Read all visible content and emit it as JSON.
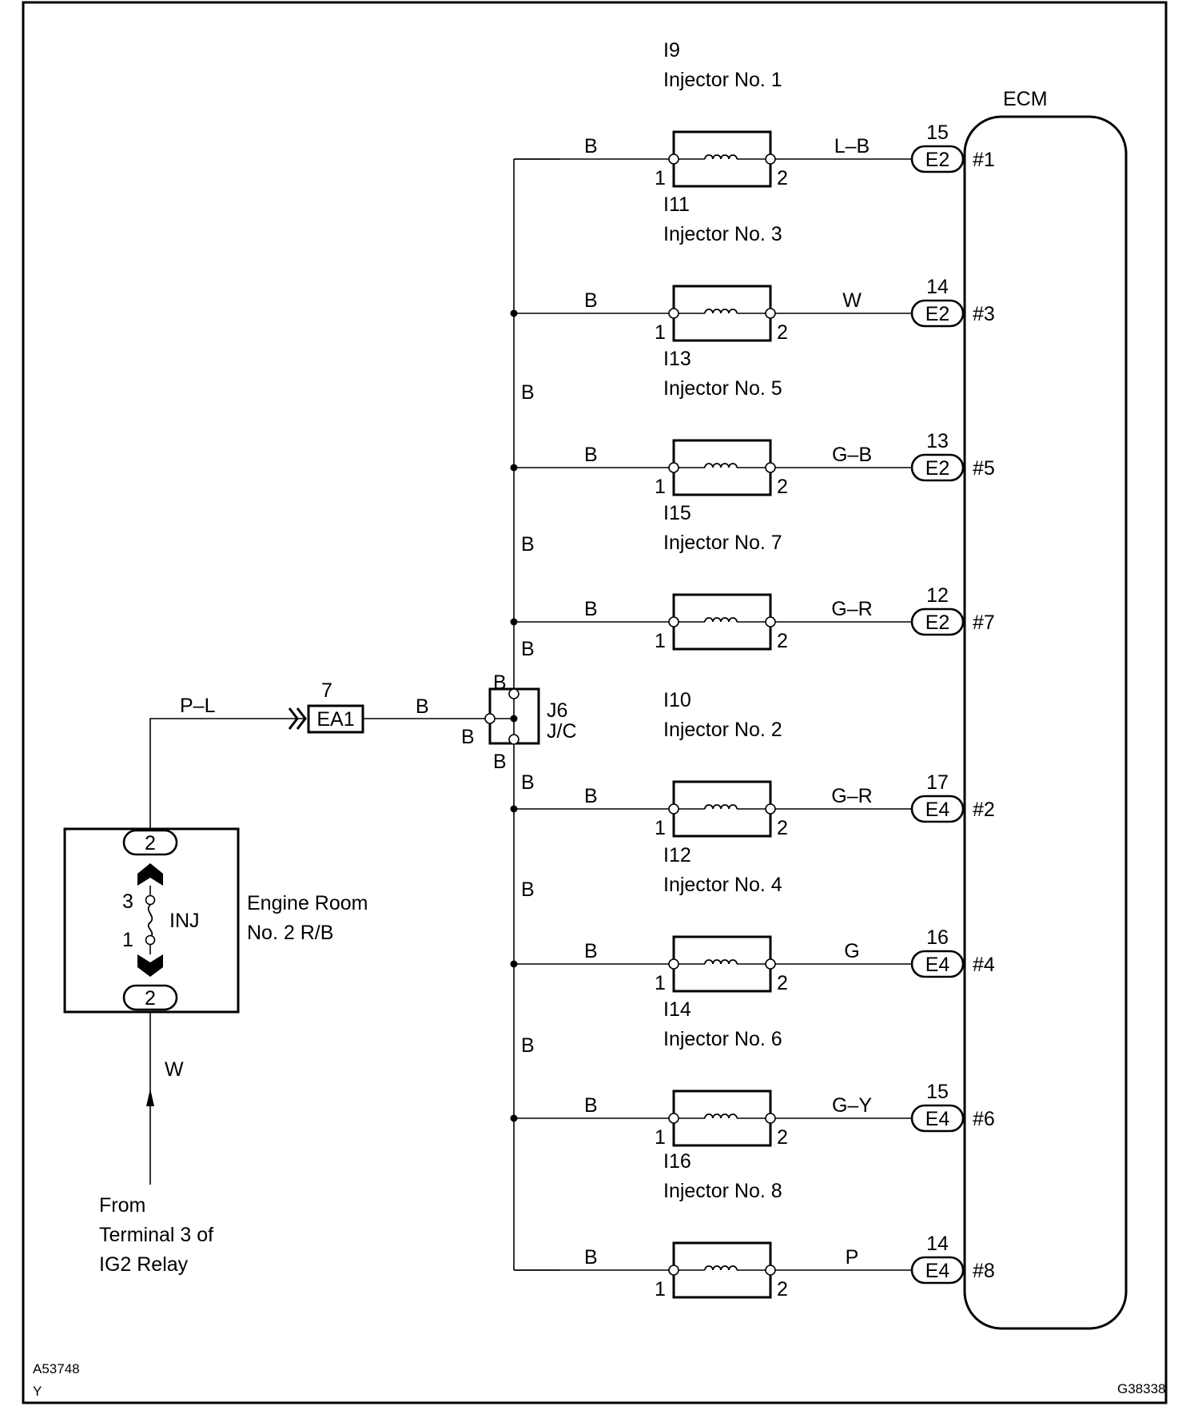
{
  "diagram_codes": {
    "bottom_left_1": "A53748",
    "bottom_left_2": "Y",
    "bottom_right": "G38338"
  },
  "ecm": {
    "label": "ECM"
  },
  "relay_box": {
    "name_line1": "Engine Room",
    "name_line2": "No. 2 R/B",
    "fuse_label": "INJ",
    "pin_top": "3",
    "pin_bottom": "1",
    "connector_top": "2",
    "connector_bottom": "2"
  },
  "source": {
    "line1": "From",
    "line2": "Terminal 3 of",
    "line3": "IG2 Relay",
    "wire_color": "W"
  },
  "ea1": {
    "pin": "7",
    "label": "EA1",
    "wire_in": "P–L",
    "wire_out": "B"
  },
  "junction": {
    "line1": "J6",
    "line2": "J/C",
    "pin_top": "B",
    "pin_left": "B",
    "pin_bottom": "B"
  },
  "trunk_labels": [
    "B",
    "B",
    "B",
    "B",
    "B",
    "B"
  ],
  "injectors": [
    {
      "id": "I9",
      "name": "Injector No. 1",
      "wire_in": "B",
      "wire_out": "L–B",
      "pin1": "1",
      "pin2": "2",
      "ecm_pin": "15",
      "ecm_connector": "E2",
      "ecm_terminal": "#1"
    },
    {
      "id": "I11",
      "name": "Injector No. 3",
      "wire_in": "B",
      "wire_out": "W",
      "pin1": "1",
      "pin2": "2",
      "ecm_pin": "14",
      "ecm_connector": "E2",
      "ecm_terminal": "#3"
    },
    {
      "id": "I13",
      "name": "Injector No. 5",
      "wire_in": "B",
      "wire_out": "G–B",
      "pin1": "1",
      "pin2": "2",
      "ecm_pin": "13",
      "ecm_connector": "E2",
      "ecm_terminal": "#5"
    },
    {
      "id": "I15",
      "name": "Injector No. 7",
      "wire_in": "B",
      "wire_out": "G–R",
      "pin1": "1",
      "pin2": "2",
      "ecm_pin": "12",
      "ecm_connector": "E2",
      "ecm_terminal": "#7"
    },
    {
      "id": "I10",
      "name": "Injector No. 2",
      "wire_in": "B",
      "wire_out": "G–R",
      "pin1": "1",
      "pin2": "2",
      "ecm_pin": "17",
      "ecm_connector": "E4",
      "ecm_terminal": "#2"
    },
    {
      "id": "I12",
      "name": "Injector No. 4",
      "wire_in": "B",
      "wire_out": "G",
      "pin1": "1",
      "pin2": "2",
      "ecm_pin": "16",
      "ecm_connector": "E4",
      "ecm_terminal": "#4"
    },
    {
      "id": "I14",
      "name": "Injector No. 6",
      "wire_in": "B",
      "wire_out": "G–Y",
      "pin1": "1",
      "pin2": "2",
      "ecm_pin": "15",
      "ecm_connector": "E4",
      "ecm_terminal": "#6"
    },
    {
      "id": "I16",
      "name": "Injector No. 8",
      "wire_in": "B",
      "wire_out": "P",
      "pin1": "1",
      "pin2": "2",
      "ecm_pin": "14",
      "ecm_connector": "E4",
      "ecm_terminal": "#8"
    }
  ]
}
